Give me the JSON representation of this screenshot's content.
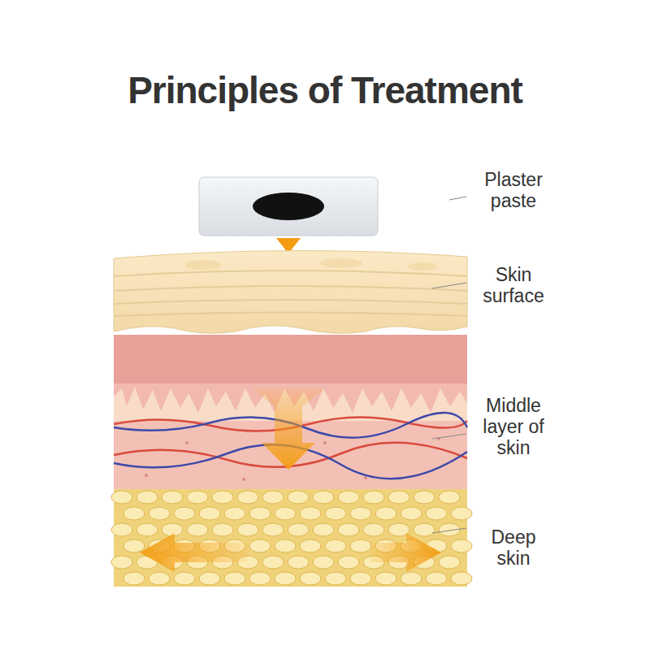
{
  "diagram": {
    "title": "Principles of Treatment",
    "labels": [
      "Plaster paste",
      "Skin surface",
      "Middle layer of skin",
      "Deep skin"
    ]
  }
}
